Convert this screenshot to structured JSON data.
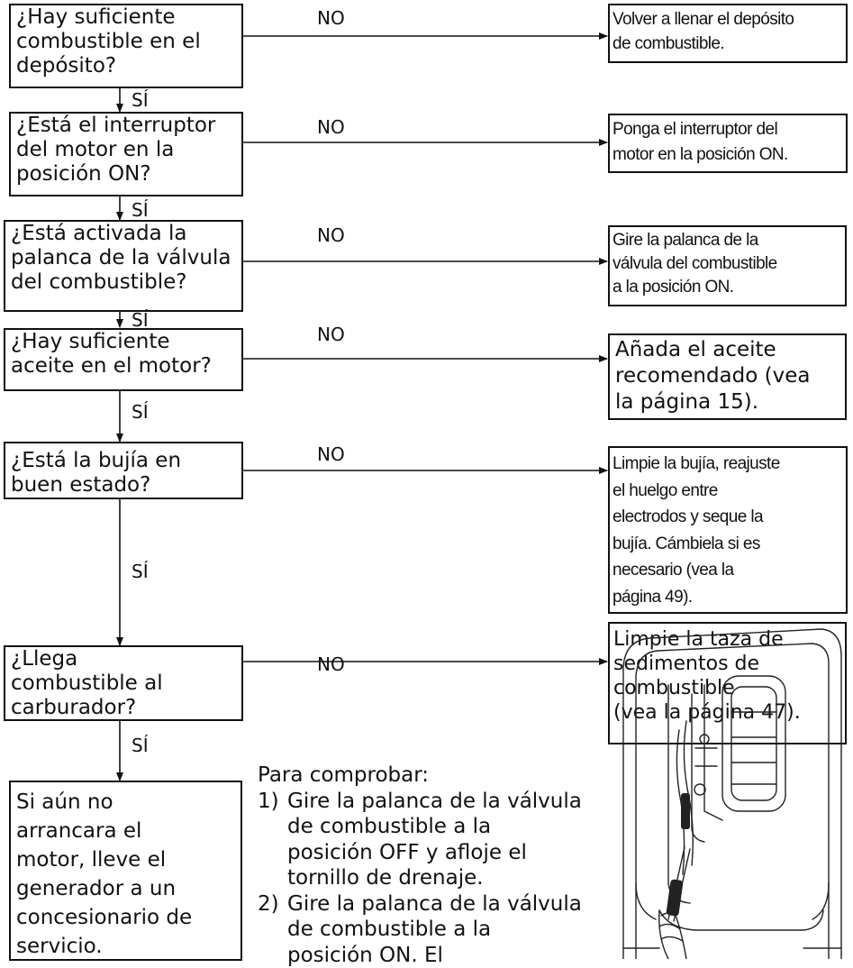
{
  "flow": {
    "steps": [
      {
        "question": [
          "¿Hay suficiente",
          "combustible en el",
          "depósito?"
        ],
        "no_label": "NO",
        "action": [
          "Volver a llenar el depósito",
          "de combustible."
        ],
        "yes_label": "SÍ"
      },
      {
        "question": [
          "¿Está el interruptor",
          "del motor en la",
          "posición ON?"
        ],
        "no_label": "NO",
        "action": [
          "Ponga el interruptor del",
          "motor en la posición ON."
        ],
        "yes_label": "SÍ"
      },
      {
        "question": [
          "¿Está activada la",
          "palanca de la válvula",
          "del combustible?"
        ],
        "no_label": "NO",
        "action": [
          "Gire la palanca de la",
          "válvula del combustible",
          "a la posición ON."
        ],
        "yes_label": "SÍ"
      },
      {
        "question": [
          "¿Hay suficiente",
          "aceite en el motor?"
        ],
        "no_label": "NO",
        "action": [
          "Añada el aceite",
          "recomendado (vea",
          "la página 15)."
        ],
        "yes_label": "SÍ"
      },
      {
        "question": [
          "¿Está la bujía en",
          "buen estado?"
        ],
        "no_label": "NO",
        "action": [
          "Limpie la bujía, reajuste",
          "el huelgo entre",
          "electrodos y seque la",
          "bujía. Cámbiela si es",
          "necesario (vea la",
          "página 49)."
        ],
        "yes_label": "SÍ"
      },
      {
        "question": [
          "¿Llega",
          "combustible al",
          "carburador?"
        ],
        "no_label": "NO",
        "action": [
          "Limpie la taza de",
          "sedimentos de",
          "combustible",
          "(vea la página 47)."
        ],
        "yes_label": "SÍ"
      }
    ],
    "final": [
      "Si aún no",
      "arrancara el",
      "motor, lleve el",
      "generador a un",
      "concesionario de",
      "servicio."
    ]
  },
  "check": {
    "heading": "Para comprobar:",
    "items": [
      {
        "num": "1)",
        "lines": [
          "Gire la palanca de la válvula",
          "de combustible a la",
          "posición OFF y afloje el",
          "tornillo de drenaje."
        ]
      },
      {
        "num": "2)",
        "lines": [
          "Gire la palanca de la válvula",
          "de combustible a la",
          "posición ON. El"
        ]
      }
    ]
  }
}
